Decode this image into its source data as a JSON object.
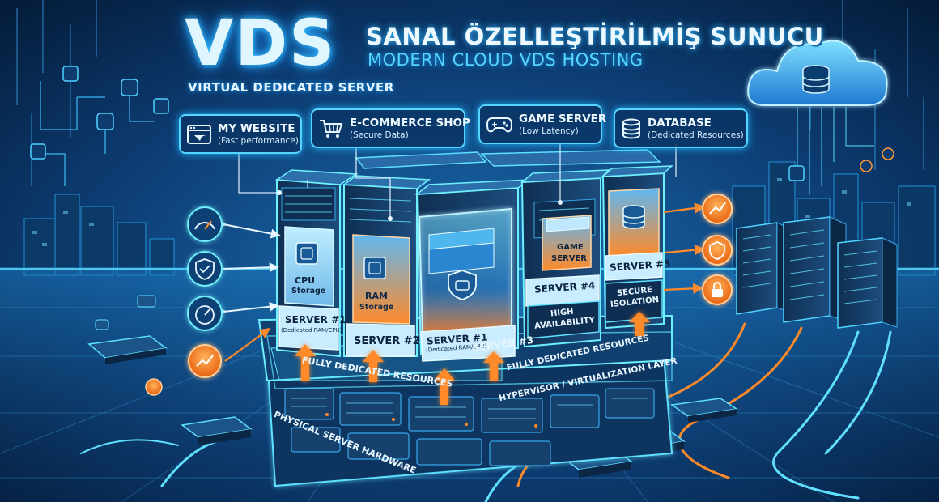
{
  "header": {
    "brand": "VDS",
    "brand_subtitle": "VIRTUAL DEDICATED SERVER",
    "title_tr": "SANAL ÖZELLEŞTİRİLMİŞ SUNUCU",
    "title_en": "MODERN CLOUD VDS HOSTING"
  },
  "use_cases": [
    {
      "title": "MY WEBSITE",
      "subtitle": "(Fast performance)",
      "icon": "browser-window-icon"
    },
    {
      "title": "E-COMMERCE SHOP",
      "subtitle": "(Secure Data)",
      "icon": "shopping-cart-icon"
    },
    {
      "title": "GAME SERVER",
      "subtitle": "(Low Latency)",
      "icon": "gamepad-icon"
    },
    {
      "title": "DATABASE",
      "subtitle": "(Dedicated Resources)",
      "icon": "database-icon"
    }
  ],
  "servers": {
    "s1": {
      "label": "SERVER #1",
      "note": "(Dedicated RAM/CPU)",
      "panel_line1": "CPU",
      "panel_line2": "Storage"
    },
    "s2": {
      "label": "SERVER #2",
      "panel_line1": "RAM",
      "panel_line2": "Storage"
    },
    "s3": {
      "label": "SERVER #1",
      "note": "(Dedicated RAM/CPU)",
      "extra": "SERVER #3"
    },
    "s4": {
      "label": "SERVER #4",
      "panel_line1": "GAME",
      "panel_line2": "SERVER"
    },
    "s5": {
      "label": "SERVER #5"
    }
  },
  "feature_tags": {
    "high_availability": [
      "HIGH",
      "AVAILABILITY"
    ],
    "secure_isolation": [
      "SECURE",
      "ISOLATION"
    ]
  },
  "layers": {
    "dedicated_left": "FULLY DEDICATED RESOURCES",
    "dedicated_right": "FULLY DEDICATED RESOURCES",
    "hypervisor": "HYPERVISOR / VIRTUALIZATION LAYER",
    "hardware": "PHYSICAL SERVER HARDWARE"
  },
  "icons": {
    "left_circles": [
      "speedometer-icon",
      "shield-check-icon",
      "gauge-icon",
      "chart-up-icon"
    ],
    "right_circles": [
      "chart-up-icon",
      "shield-icon",
      "lock-icon"
    ],
    "cloud": "cloud-database-icon"
  },
  "colors": {
    "background": "#06203f",
    "neon": "#39d5ff",
    "accent_orange": "#ff8a2a",
    "rack": "#14395f"
  }
}
